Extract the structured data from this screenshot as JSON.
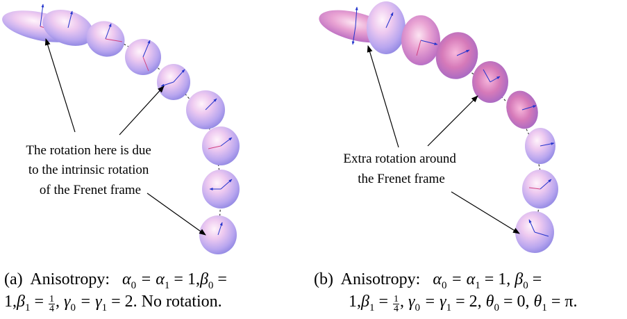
{
  "panel_a": {
    "annotation_lines": [
      "The rotation here is due",
      "to the intrinsic rotation",
      "of the Frenet frame"
    ],
    "caption": {
      "label": "(a)",
      "title": "Anisotropy:",
      "alpha0": "α",
      "eq1": "= α",
      "eq2": "= 1,",
      "beta0": "β",
      "eq3": "=",
      "line2_start": "1,",
      "beta1": "β",
      "eq4": "=",
      "frac_num": "1",
      "frac_den": "4",
      "gamma0": "γ",
      "eq5": "= γ",
      "eq6": "= 2. No rotation."
    }
  },
  "panel_b": {
    "annotation_lines": [
      "Extra rotation around",
      "the Frenet frame"
    ],
    "caption": {
      "label": "(b)",
      "title": "Anisotropy:",
      "alpha0": "α",
      "eq1": "= α",
      "eq2": "= 1,",
      "beta0": "β",
      "eq3": "=",
      "line2_start": "1,",
      "beta1": "β",
      "eq4": "=",
      "frac_num": "1",
      "frac_den": "4",
      "gamma0": "γ",
      "eq5": "= γ",
      "eq6": "= 2,",
      "theta0": "θ",
      "eq7": "= 0,",
      "theta1": "θ",
      "eq8": "= π."
    }
  },
  "colors": {
    "ellipsoid_center": "#fde8f4",
    "ellipsoid_mid": "#d8a8e8",
    "ellipsoid_edge": "#9b8be6",
    "ellipsoid_pink": "#e87ab8",
    "frame_axis": "#2233cc",
    "tangent_axis": "#d04080",
    "curve": "#333333"
  }
}
